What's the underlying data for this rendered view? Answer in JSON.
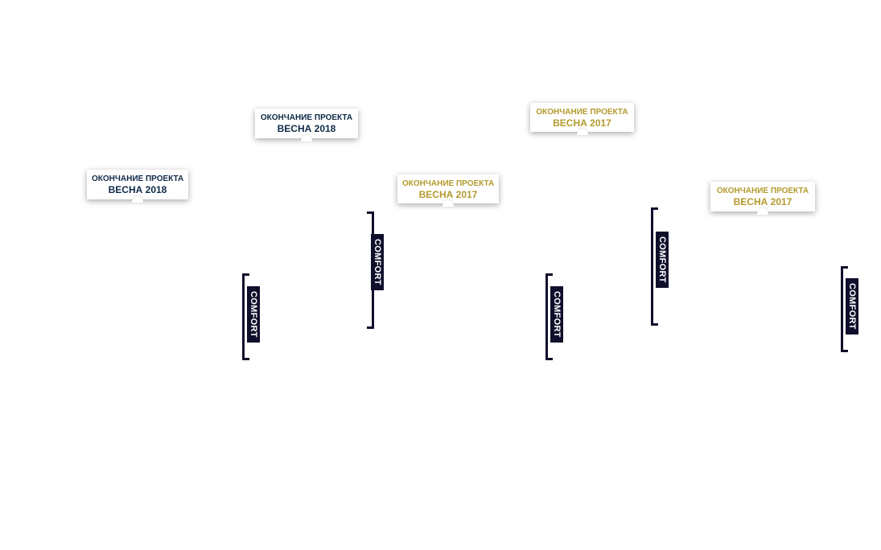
{
  "colors": {
    "dark_text": "#0e2a47",
    "gold_text": "#b39a2d",
    "comfort_bg": "#0f0f2b"
  },
  "tooltips": [
    {
      "line1": "ОКОНЧАНИЕ ПРОЕКТА",
      "line2": "ВЕСНА 2018",
      "style": "dark"
    },
    {
      "line1": "ОКОНЧАНИЕ ПРОЕКТА",
      "line2": "ВЕСНА 2018",
      "style": "dark"
    },
    {
      "line1": "ОКОНЧАНИЕ ПРОЕКТА",
      "line2": "ВЕСНА 2017",
      "style": "gold"
    },
    {
      "line1": "ОКОНЧАНИЕ ПРОЕКТА",
      "line2": "ВЕСНА 2017",
      "style": "gold"
    },
    {
      "line1": "ОКОНЧАНИЕ ПРОЕКТА",
      "line2": "ВЕСНА 2017",
      "style": "gold"
    }
  ],
  "labels": [
    {
      "text": "COMFORT"
    },
    {
      "text": "COMFORT"
    },
    {
      "text": "COMFORT"
    },
    {
      "text": "COMFORT"
    },
    {
      "text": "COMFORT"
    }
  ]
}
